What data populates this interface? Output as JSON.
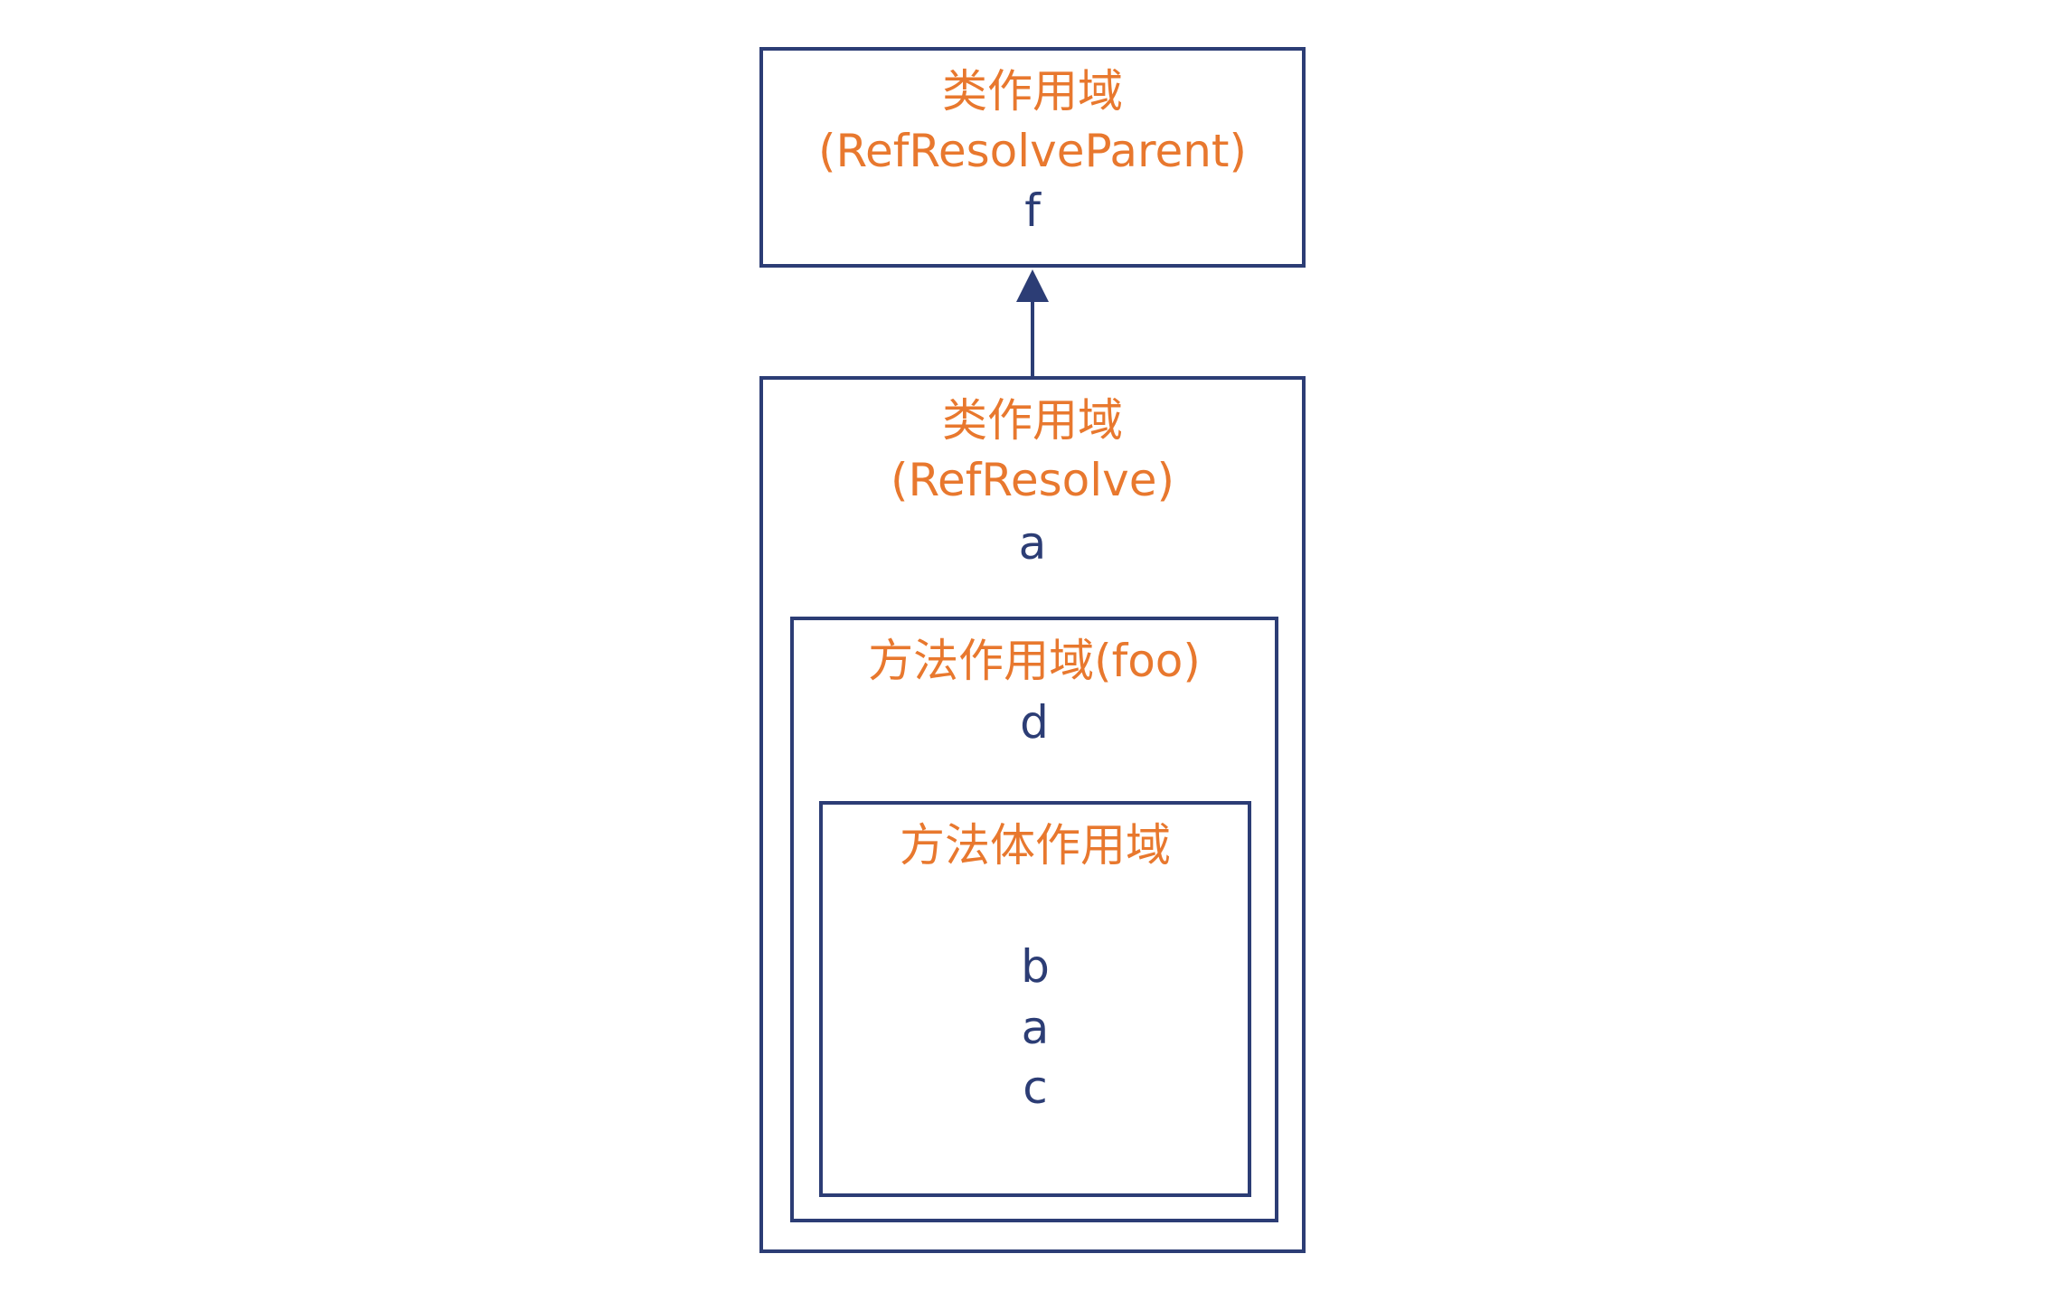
{
  "colors": {
    "scope_title": "#e8782e",
    "variable": "#2c3d75",
    "border": "#2c3d75"
  },
  "parent_scope": {
    "title": "类作用域",
    "subtitle": "(RefResolveParent)",
    "variables": [
      "f"
    ]
  },
  "class_scope": {
    "title": "类作用域",
    "subtitle": "(RefResolve)",
    "variables": [
      "a"
    ]
  },
  "method_scope": {
    "title": "方法作用域(foo)",
    "variables": [
      "d"
    ]
  },
  "method_body_scope": {
    "title": "方法体作用域",
    "variables": [
      "b",
      "a",
      "c"
    ]
  }
}
